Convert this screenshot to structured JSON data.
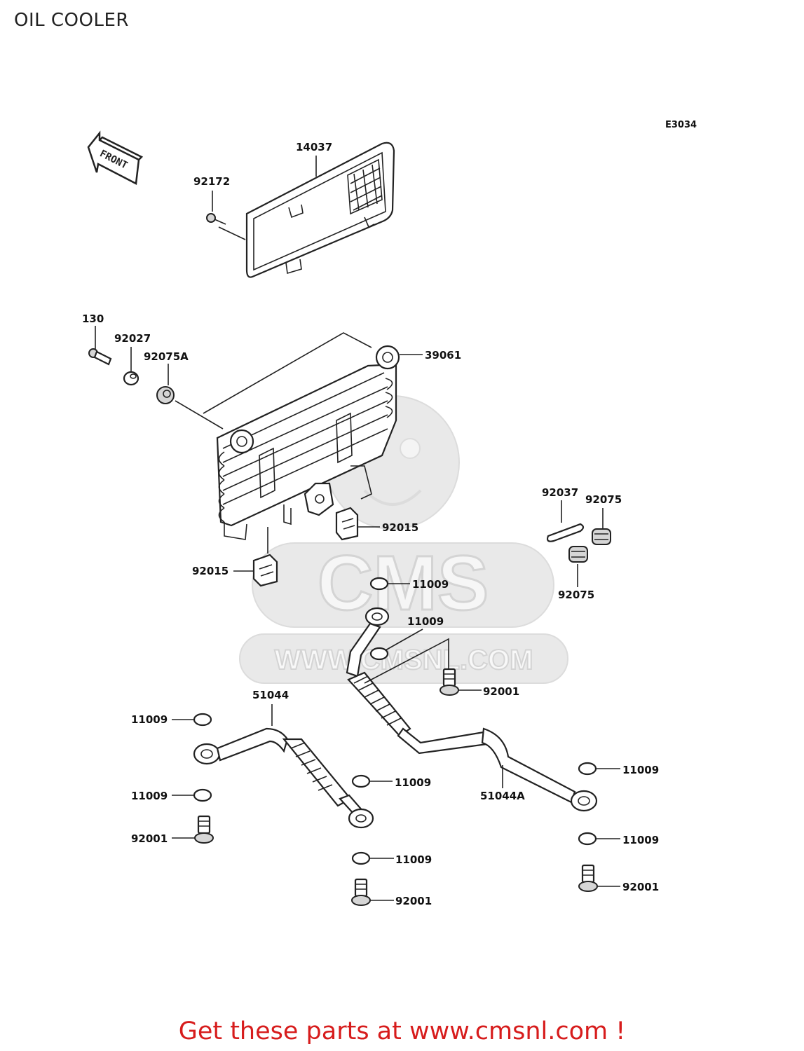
{
  "header": {
    "title": "OIL COOLER",
    "diagram_code": "E3034"
  },
  "front_arrow": {
    "label": "FRONT"
  },
  "watermark": {
    "brand": "CMS",
    "url": "WWW.CMSNL.COM"
  },
  "callouts": [
    {
      "id": "14037",
      "label": "14037"
    },
    {
      "id": "92172",
      "label": "92172"
    },
    {
      "id": "130",
      "label": "130"
    },
    {
      "id": "92027",
      "label": "92027"
    },
    {
      "id": "92075A",
      "label": "92075A"
    },
    {
      "id": "39061",
      "label": "39061"
    },
    {
      "id": "92037",
      "label": "92037"
    },
    {
      "id": "92075-top",
      "label": "92075"
    },
    {
      "id": "92075-bottom",
      "label": "92075"
    },
    {
      "id": "92015-right",
      "label": "92015"
    },
    {
      "id": "92015-left",
      "label": "92015"
    },
    {
      "id": "11009-a",
      "label": "11009"
    },
    {
      "id": "11009-b",
      "label": "11009"
    },
    {
      "id": "92001-a",
      "label": "92001"
    },
    {
      "id": "51044",
      "label": "51044"
    },
    {
      "id": "11009-c",
      "label": "11009"
    },
    {
      "id": "11009-d",
      "label": "11009"
    },
    {
      "id": "11009-e",
      "label": "11009"
    },
    {
      "id": "92001-b",
      "label": "92001"
    },
    {
      "id": "51044A",
      "label": "51044A"
    },
    {
      "id": "11009-f",
      "label": "11009"
    },
    {
      "id": "11009-g",
      "label": "11009"
    },
    {
      "id": "11009-h",
      "label": "11009"
    },
    {
      "id": "92001-c",
      "label": "92001"
    },
    {
      "id": "92001-d",
      "label": "92001"
    }
  ],
  "footer": {
    "promo": "Get these parts at www.cmsnl.com !",
    "promo_color": "#d71c1c"
  }
}
